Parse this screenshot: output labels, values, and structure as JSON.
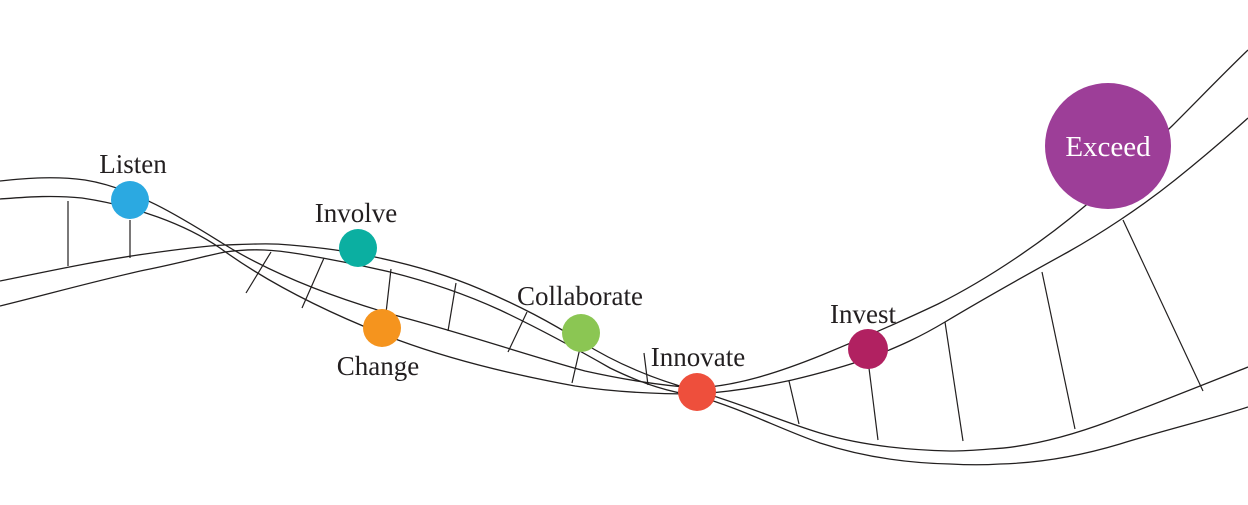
{
  "diagram": {
    "type": "dna-helix-journey",
    "background_color": "#ffffff",
    "line_color": "#221f1f",
    "text_color": "#231f20",
    "nodes": [
      {
        "id": "listen",
        "label": "Listen",
        "color": "#2BA9E1",
        "size": "small"
      },
      {
        "id": "involve",
        "label": "Involve",
        "color": "#0BAFA1",
        "size": "small"
      },
      {
        "id": "change",
        "label": "Change",
        "color": "#F5941E",
        "size": "small"
      },
      {
        "id": "collaborate",
        "label": "Collaborate",
        "color": "#8BC653",
        "size": "small"
      },
      {
        "id": "innovate",
        "label": "Innovate",
        "color": "#EE4F3C",
        "size": "small"
      },
      {
        "id": "invest",
        "label": "Invest",
        "color": "#B12161",
        "size": "small"
      },
      {
        "id": "exceed",
        "label": "Exceed",
        "color": "#9D3E98",
        "size": "large",
        "label_color": "#ffffff"
      }
    ]
  }
}
